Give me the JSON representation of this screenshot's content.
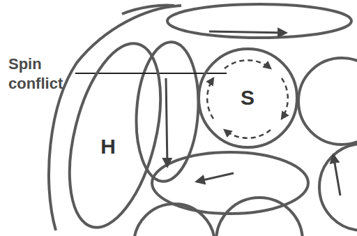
{
  "diagram": {
    "nodes": [
      {
        "text": [
          "S"
        ]
      },
      {
        "text": [
          "H"
        ]
      }
    ],
    "labels": [
      "Spin conflict"
    ]
  }
}
